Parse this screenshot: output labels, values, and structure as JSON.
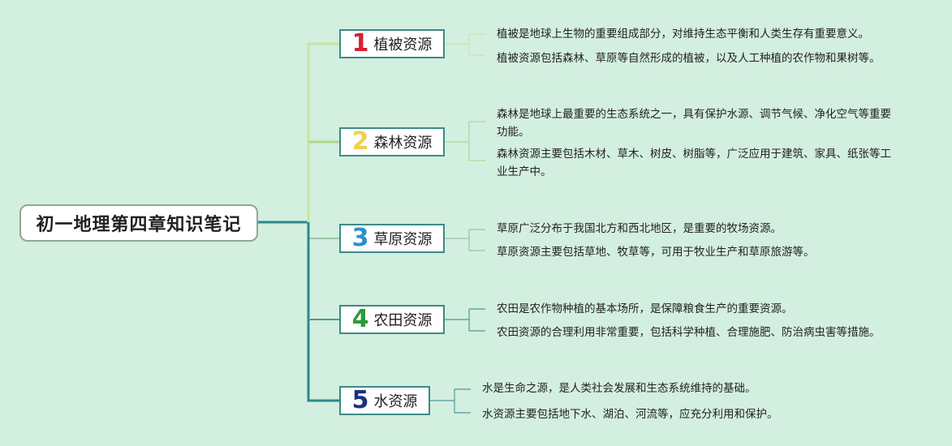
{
  "root": {
    "title": "初一地理第四章知识笔记"
  },
  "branches": [
    {
      "number": "1",
      "color": "#d6202f",
      "label": "植被资源",
      "notes": [
        "植被是地球上生物的重要组成部分，对维持生态平衡和人类生存有重要意义。",
        "植被资源包括森林、草原等自然形成的植被，以及人工种植的农作物和果树等。"
      ]
    },
    {
      "number": "2",
      "color": "#f0d24a",
      "label": "森林资源",
      "notes": [
        "森林是地球上最重要的生态系统之一，具有保护水源、调节气候、净化空气等重要功能。",
        "森林资源主要包括木材、草木、树皮、树脂等，广泛应用于建筑、家具、纸张等工业生产中。"
      ]
    },
    {
      "number": "3",
      "color": "#2a8fd0",
      "label": "草原资源",
      "notes": [
        "草原广泛分布于我国北方和西北地区，是重要的牧场资源。",
        "草原资源主要包括草地、牧草等，可用于牧业生产和草原旅游等。"
      ]
    },
    {
      "number": "4",
      "color": "#2c9a3a",
      "label": "农田资源",
      "notes": [
        "农田是农作物种植的基本场所，是保障粮食生产的重要资源。",
        "农田资源的合理利用非常重要，包括科学种植、合理施肥、防治病虫害等措施。"
      ]
    },
    {
      "number": "5",
      "color": "#1e2f7a",
      "label": "水资源",
      "notes": [
        "水是生命之源，是人类社会发展和生态系统维持的基础。",
        "水资源主要包括地下水、湖泊、河流等，应充分利用和保护。"
      ]
    }
  ]
}
